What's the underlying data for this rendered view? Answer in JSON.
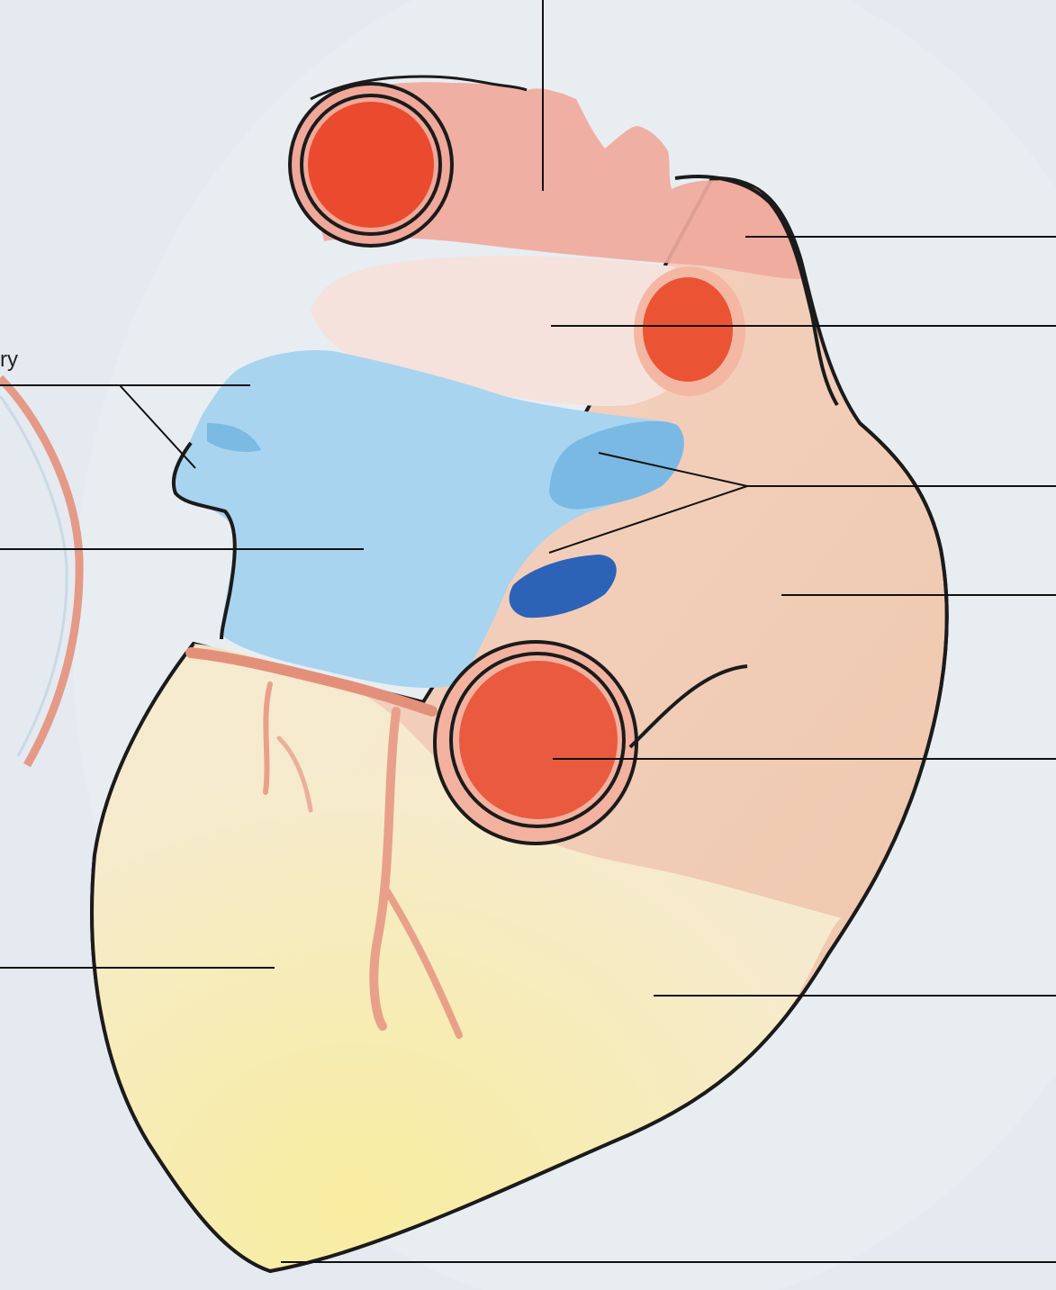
{
  "diagram": {
    "partial_labels": [
      {
        "id": "left-fragment",
        "text": "ry"
      }
    ],
    "leader_lines": [
      "top-vertical",
      "right-1",
      "right-2",
      "right-3-split",
      "right-4",
      "right-5",
      "right-6",
      "right-7",
      "left-1-split",
      "left-2",
      "left-3"
    ],
    "colors": {
      "background": "#e6ecf1",
      "artery_red": "#ea4a30",
      "artery_wall": "#f2a89a",
      "vein_blue": "#a6d3ee",
      "vein_dark": "#2f64b8",
      "heart_pink": "#f4d6ca",
      "heart_yellow": "#f6efc4",
      "outline": "#1b1b1b",
      "leader_line": "#111111"
    }
  }
}
